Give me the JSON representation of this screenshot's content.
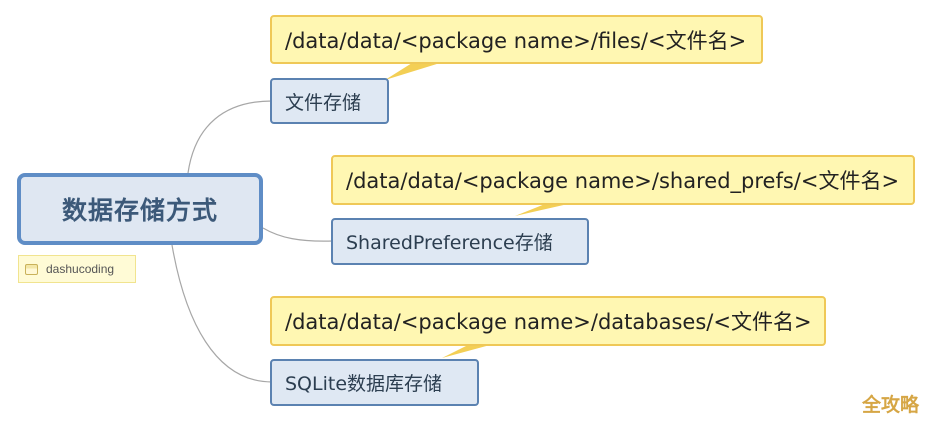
{
  "central": {
    "label": "数据存储方式",
    "tag": "dashucoding"
  },
  "branches": [
    {
      "label": "文件存储",
      "note": "/data/data/<package name>/files/<文件名>"
    },
    {
      "label": "SharedPreference存储",
      "note": "/data/data/<package name>/shared_prefs/<文件名>"
    },
    {
      "label": "SQLite数据库存储",
      "note": "/data/data/<package name>/databases/<文件名>"
    }
  ],
  "watermark": "全攻略",
  "colors": {
    "central_border": "#5f8dc6",
    "topic_border": "#5b82b1",
    "callout_fill": "#fff7b2",
    "callout_border": "#efc857",
    "connector": "#a7a7a7"
  }
}
